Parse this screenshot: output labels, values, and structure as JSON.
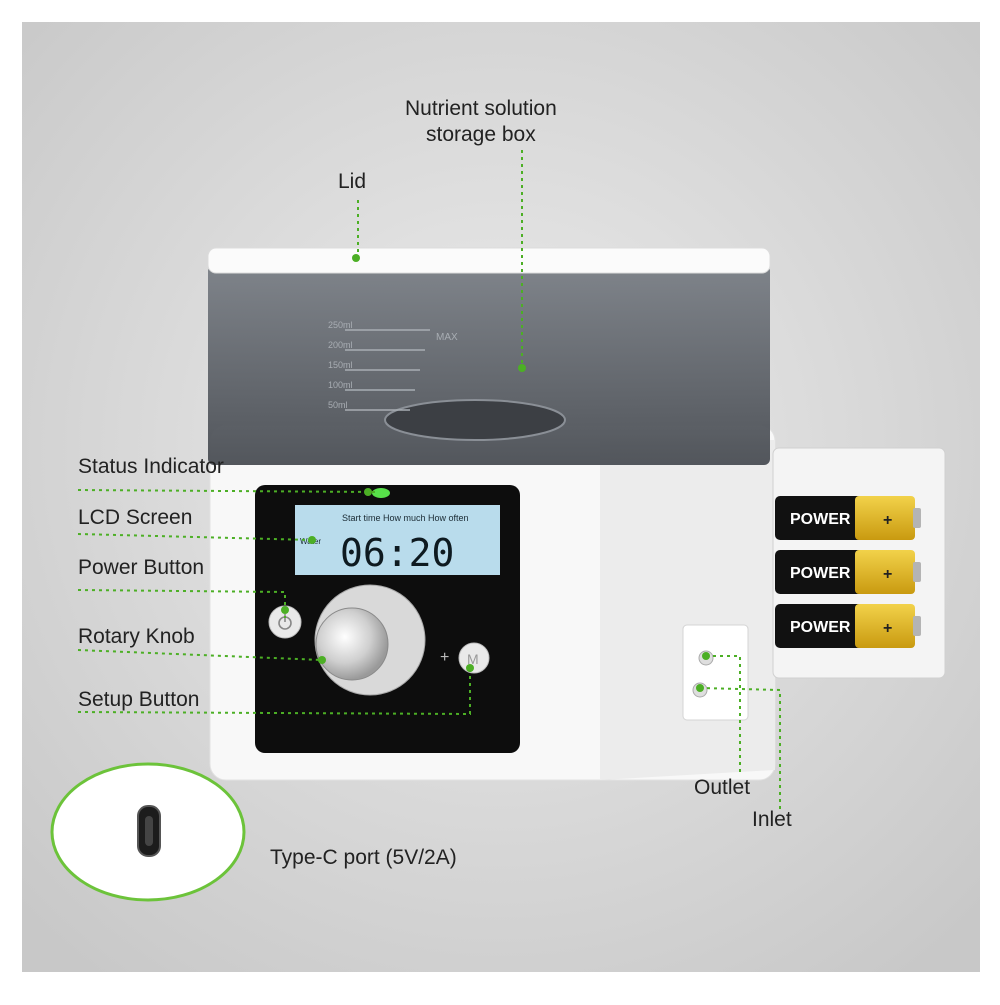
{
  "labels": {
    "nutrient_box": [
      "Nutrient solution",
      "storage box"
    ],
    "lid": "Lid",
    "status_indicator": "Status Indicator",
    "lcd_screen": "LCD Screen",
    "power_button": "Power Button",
    "rotary_knob": "Rotary Knob",
    "setup_button": "Setup Button",
    "outlet": "Outlet",
    "inlet": "Inlet",
    "type_c": "Type-C port (5V/2A)"
  },
  "lcd": {
    "header": "Start time How much How often",
    "mode": "Water",
    "time": "06:20"
  },
  "scale": {
    "max": "MAX",
    "marks": [
      "250ml",
      "200ml",
      "150ml",
      "100ml",
      "50ml"
    ]
  },
  "battery": {
    "brand": "POWER",
    "plus": "+"
  },
  "colors": {
    "accent_green": "#4caf25",
    "background": "#d6d6d6",
    "device_body": "#f7f7f7",
    "lcd_bg": "#b9dcec",
    "battery_gold": "#e3b91c"
  }
}
